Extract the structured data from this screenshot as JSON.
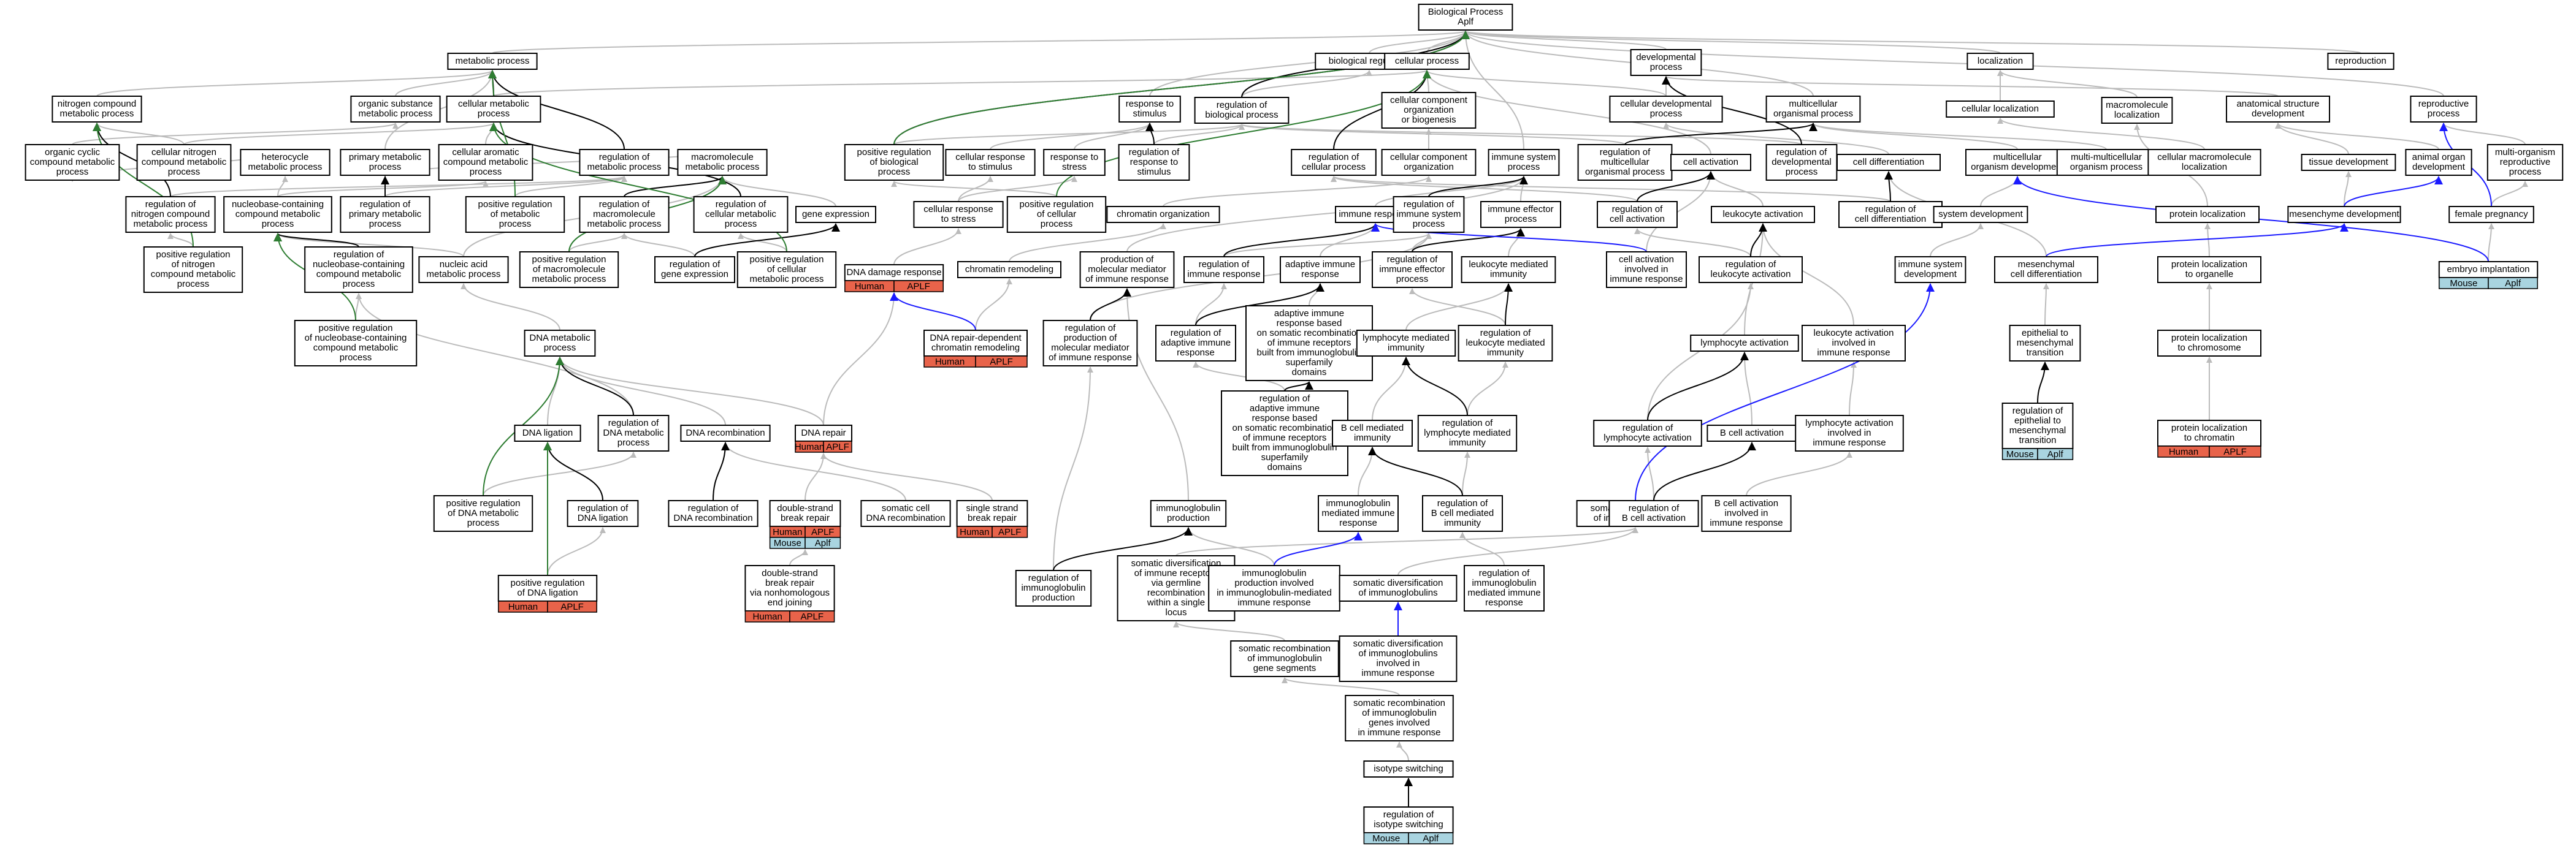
{
  "graph_kind": "gene ontology term hierarchy",
  "colors": {
    "plain_edge": "#bbbbbb",
    "strong_edge": "#000000",
    "green_edge": "#2e7d32",
    "blue_edge": "#1a1aff",
    "human_tag": "#e8634a",
    "mouse_tag": "#a9d4e0"
  },
  "tags": {
    "human": "Human",
    "mouse": "Mouse",
    "gene_human": "APLF",
    "gene_mouse": "Aplf"
  },
  "nodes": [
    {
      "id": "bp",
      "lines": [
        "Biological Process",
        "Aplf"
      ]
    },
    {
      "id": "metabolic",
      "lines": [
        "metabolic process"
      ]
    },
    {
      "id": "bioreg",
      "lines": [
        "biological regulation"
      ]
    },
    {
      "id": "cellproc",
      "lines": [
        "cellular process"
      ]
    },
    {
      "id": "devproc",
      "lines": [
        "developmental",
        "process"
      ]
    },
    {
      "id": "localization",
      "lines": [
        "localization"
      ]
    },
    {
      "id": "reproduction",
      "lines": [
        "reproduction"
      ]
    },
    {
      "id": "nitrogen",
      "lines": [
        "nitrogen compound",
        "metabolic process"
      ]
    },
    {
      "id": "orgsub",
      "lines": [
        "organic substance",
        "metabolic process"
      ]
    },
    {
      "id": "cellmeta",
      "lines": [
        "cellular metabolic",
        "process"
      ]
    },
    {
      "id": "respstim",
      "lines": [
        "response to",
        "stimulus"
      ]
    },
    {
      "id": "regbp",
      "lines": [
        "regulation of",
        "biological process"
      ]
    },
    {
      "id": "cccob",
      "lines": [
        "cellular component",
        "organization",
        "or biogenesis"
      ]
    },
    {
      "id": "celldevproc",
      "lines": [
        "cellular developmental",
        "process"
      ]
    },
    {
      "id": "mcorg",
      "lines": [
        "multicellular",
        "organismal process"
      ]
    },
    {
      "id": "cellloc",
      "lines": [
        "cellular localization"
      ]
    },
    {
      "id": "macroloc",
      "lines": [
        "macromolecule",
        "localization"
      ]
    },
    {
      "id": "anatdev",
      "lines": [
        "anatomical structure",
        "development"
      ]
    },
    {
      "id": "reprocproc",
      "lines": [
        "reproductive",
        "process"
      ]
    },
    {
      "id": "orgcyclic",
      "lines": [
        "organic cyclic",
        "compound metabolic",
        "process"
      ]
    },
    {
      "id": "cellnitro",
      "lines": [
        "cellular nitrogen",
        "compound metabolic",
        "process"
      ]
    },
    {
      "id": "heterocycle",
      "lines": [
        "heterocycle",
        "metabolic process"
      ]
    },
    {
      "id": "primmeta",
      "lines": [
        "primary metabolic",
        "process"
      ]
    },
    {
      "id": "cellarom",
      "lines": [
        "cellular aromatic",
        "compound metabolic",
        "process"
      ]
    },
    {
      "id": "regmeta",
      "lines": [
        "regulation of",
        "metabolic process"
      ]
    },
    {
      "id": "macrometa",
      "lines": [
        "macromolecule",
        "metabolic process"
      ]
    },
    {
      "id": "posregbp",
      "lines": [
        "positive regulation",
        "of biological",
        "process"
      ]
    },
    {
      "id": "cellresp",
      "lines": [
        "cellular response",
        "to stimulus"
      ]
    },
    {
      "id": "respstress",
      "lines": [
        "response to",
        "stress"
      ]
    },
    {
      "id": "regrespstim",
      "lines": [
        "regulation of",
        "response to",
        "stimulus"
      ]
    },
    {
      "id": "regcellproc",
      "lines": [
        "regulation of",
        "cellular process"
      ]
    },
    {
      "id": "cellcomporg",
      "lines": [
        "cellular component",
        "organization"
      ]
    },
    {
      "id": "immsys",
      "lines": [
        "immune system",
        "process"
      ]
    },
    {
      "id": "regmcorg",
      "lines": [
        "regulation of",
        "multicellular",
        "organismal process"
      ]
    },
    {
      "id": "cellact",
      "lines": [
        "cell activation"
      ]
    },
    {
      "id": "regdev",
      "lines": [
        "regulation of",
        "developmental",
        "process"
      ]
    },
    {
      "id": "celldiff",
      "lines": [
        "cell differentiation"
      ]
    },
    {
      "id": "mcorgdev",
      "lines": [
        "multicellular",
        "organism development"
      ]
    },
    {
      "id": "multimc",
      "lines": [
        "multi-multicellular",
        "organism process"
      ]
    },
    {
      "id": "cellmacroloc",
      "lines": [
        "cellular macromolecule",
        "localization"
      ]
    },
    {
      "id": "tissuedev",
      "lines": [
        "tissue development"
      ]
    },
    {
      "id": "animalorgan",
      "lines": [
        "animal organ",
        "development"
      ]
    },
    {
      "id": "multiorgrepro",
      "lines": [
        "multi-organism",
        "reproductive",
        "process"
      ]
    },
    {
      "id": "regnitro",
      "lines": [
        "regulation of",
        "nitrogen compound",
        "metabolic process"
      ]
    },
    {
      "id": "nucleo",
      "lines": [
        "nucleobase-containing",
        "compound metabolic",
        "process"
      ]
    },
    {
      "id": "regprim",
      "lines": [
        "regulation of",
        "primary metabolic",
        "process"
      ]
    },
    {
      "id": "posregmeta",
      "lines": [
        "positive regulation",
        "of metabolic",
        "process"
      ]
    },
    {
      "id": "regmacro",
      "lines": [
        "regulation of",
        "macromolecule",
        "metabolic process"
      ]
    },
    {
      "id": "regcellmeta",
      "lines": [
        "regulation of",
        "cellular metabolic",
        "process"
      ]
    },
    {
      "id": "geneexpr",
      "lines": [
        "gene expression"
      ]
    },
    {
      "id": "cellrespstress",
      "lines": [
        "cellular response",
        "to stress"
      ]
    },
    {
      "id": "posregcellproc",
      "lines": [
        "positive regulation",
        "of cellular",
        "process"
      ]
    },
    {
      "id": "chromorg",
      "lines": [
        "chromatin organization"
      ]
    },
    {
      "id": "immresp",
      "lines": [
        "immune response"
      ]
    },
    {
      "id": "regimmsys",
      "lines": [
        "regulation of",
        "immune system",
        "process"
      ]
    },
    {
      "id": "immeff",
      "lines": [
        "immune effector",
        "process"
      ]
    },
    {
      "id": "regcellact",
      "lines": [
        "regulation of",
        "cell activation"
      ]
    },
    {
      "id": "leukact",
      "lines": [
        "leukocyte activation"
      ]
    },
    {
      "id": "regcelldiff",
      "lines": [
        "regulation of",
        "cell differentiation"
      ]
    },
    {
      "id": "sysdev",
      "lines": [
        "system development"
      ]
    },
    {
      "id": "protloc",
      "lines": [
        "protein localization"
      ]
    },
    {
      "id": "mesdev",
      "lines": [
        "mesenchyme development"
      ]
    },
    {
      "id": "femalepreg",
      "lines": [
        "female pregnancy"
      ]
    },
    {
      "id": "posregnitro",
      "lines": [
        "positive regulation",
        "of nitrogen",
        "compound metabolic",
        "process"
      ]
    },
    {
      "id": "regnucleo",
      "lines": [
        "regulation of",
        "nucleobase-containing",
        "compound metabolic",
        "process"
      ]
    },
    {
      "id": "nucleicacid",
      "lines": [
        "nucleic acid",
        "metabolic process"
      ]
    },
    {
      "id": "posregmacro",
      "lines": [
        "positive regulation",
        "of macromolecule",
        "metabolic process"
      ]
    },
    {
      "id": "reggeneexpr",
      "lines": [
        "regulation of",
        "gene expression"
      ]
    },
    {
      "id": "posregcellmeta",
      "lines": [
        "positive regulation",
        "of cellular",
        "metabolic process"
      ]
    },
    {
      "id": "dnadamage",
      "lines": [
        "DNA damage response"
      ],
      "tag": "human"
    },
    {
      "id": "chromremod",
      "lines": [
        "chromatin remodeling"
      ]
    },
    {
      "id": "prodmolmed",
      "lines": [
        "production of",
        "molecular mediator",
        "of immune response"
      ]
    },
    {
      "id": "regimmresp",
      "lines": [
        "regulation of",
        "immune response"
      ]
    },
    {
      "id": "adaptimm",
      "lines": [
        "adaptive immune",
        "response"
      ]
    },
    {
      "id": "regimmeff",
      "lines": [
        "regulation of",
        "immune effector",
        "process"
      ]
    },
    {
      "id": "leukmed",
      "lines": [
        "leukocyte mediated",
        "immunity"
      ]
    },
    {
      "id": "cellactimm",
      "lines": [
        "cell activation",
        "involved in",
        "immune response"
      ]
    },
    {
      "id": "regleukact",
      "lines": [
        "regulation of",
        "leukocyte activation"
      ]
    },
    {
      "id": "immsysdev",
      "lines": [
        "immune system",
        "development"
      ]
    },
    {
      "id": "mesdiff",
      "lines": [
        "mesenchymal",
        "cell differentiation"
      ]
    },
    {
      "id": "protlocorg",
      "lines": [
        "protein localization",
        "to organelle"
      ]
    },
    {
      "id": "embryoimp",
      "lines": [
        "embryo implantation"
      ],
      "tag": "mouse"
    },
    {
      "id": "posregnucleo",
      "lines": [
        "positive regulation",
        "of nucleobase-containing",
        "compound metabolic",
        "process"
      ]
    },
    {
      "id": "dnameta",
      "lines": [
        "DNA metabolic",
        "process"
      ]
    },
    {
      "id": "dnarepairchrom",
      "lines": [
        "DNA repair-dependent",
        "chromatin remodeling"
      ],
      "tag": "human"
    },
    {
      "id": "regprodmol",
      "lines": [
        "regulation of",
        "production of",
        "molecular mediator",
        "of immune response"
      ]
    },
    {
      "id": "regadapt",
      "lines": [
        "regulation of",
        "adaptive immune",
        "response"
      ]
    },
    {
      "id": "adaptsomatic",
      "lines": [
        "adaptive immune",
        "response based",
        "on somatic recombination",
        "of immune receptors",
        "built from immunoglobulin",
        "superfamily",
        "domains"
      ]
    },
    {
      "id": "lymphmed",
      "lines": [
        "lymphocyte mediated",
        "immunity"
      ]
    },
    {
      "id": "regleukmed",
      "lines": [
        "regulation of",
        "leukocyte mediated",
        "immunity"
      ]
    },
    {
      "id": "leukactimm",
      "lines": [
        "leukocyte activation",
        "involved in",
        "immune response"
      ]
    },
    {
      "id": "lymphact",
      "lines": [
        "lymphocyte activation"
      ]
    },
    {
      "id": "epimes",
      "lines": [
        "epithelial to",
        "mesenchymal",
        "transition"
      ]
    },
    {
      "id": "protlocchrom",
      "lines": [
        "protein localization",
        "to chromosome"
      ]
    },
    {
      "id": "dnaligation",
      "lines": [
        "DNA ligation"
      ]
    },
    {
      "id": "regdnameta",
      "lines": [
        "regulation of",
        "DNA metabolic",
        "process"
      ]
    },
    {
      "id": "dnarecomb",
      "lines": [
        "DNA recombination"
      ]
    },
    {
      "id": "dnarepair",
      "lines": [
        "DNA repair"
      ],
      "tag": "human"
    },
    {
      "id": "regadaptsomatic",
      "lines": [
        "regulation of",
        "adaptive immune",
        "response based",
        "on somatic recombination",
        "of immune receptors",
        "built from immunoglobulin",
        "superfamily",
        "domains"
      ]
    },
    {
      "id": "bcellmed",
      "lines": [
        "B cell mediated",
        "immunity"
      ]
    },
    {
      "id": "reglymphmed",
      "lines": [
        "regulation of",
        "lymphocyte mediated",
        "immunity"
      ]
    },
    {
      "id": "reglymphact",
      "lines": [
        "regulation of",
        "lymphocyte activation"
      ]
    },
    {
      "id": "bcellact",
      "lines": [
        "B cell activation"
      ]
    },
    {
      "id": "lymphactimm",
      "lines": [
        "lymphocyte activation",
        "involved in",
        "immune response"
      ]
    },
    {
      "id": "regepimes",
      "lines": [
        "regulation of",
        "epithelial to",
        "mesenchymal",
        "transition"
      ],
      "tag": "mouse"
    },
    {
      "id": "protlocchromatin",
      "lines": [
        "protein localization",
        "to chromatin"
      ],
      "tag": "human"
    },
    {
      "id": "posregdnameta",
      "lines": [
        "positive regulation",
        "of DNA metabolic",
        "process"
      ]
    },
    {
      "id": "regdnalig",
      "lines": [
        "regulation of",
        "DNA ligation"
      ]
    },
    {
      "id": "regdnarecomb",
      "lines": [
        "regulation of",
        "DNA recombination"
      ]
    },
    {
      "id": "dsbrepair",
      "lines": [
        "double-strand",
        "break repair"
      ],
      "tag": "both"
    },
    {
      "id": "somaticrecomb",
      "lines": [
        "somatic cell",
        "DNA recombination"
      ]
    },
    {
      "id": "ssbrepair",
      "lines": [
        "single strand",
        "break repair"
      ],
      "tag": "human"
    },
    {
      "id": "igprod",
      "lines": [
        "immunoglobulin",
        "production"
      ]
    },
    {
      "id": "igmed",
      "lines": [
        "immunoglobulin",
        "mediated immune",
        "response"
      ]
    },
    {
      "id": "regbcellmed",
      "lines": [
        "regulation of",
        "B cell mediated",
        "immunity"
      ]
    },
    {
      "id": "somdivrec",
      "lines": [
        "somatic diversification",
        "of immune receptors"
      ]
    },
    {
      "id": "regbcellact",
      "lines": [
        "regulation of",
        "B cell activation"
      ]
    },
    {
      "id": "bcellactimm",
      "lines": [
        "B cell activation",
        "involved in",
        "immune response"
      ]
    },
    {
      "id": "posregdnalig",
      "lines": [
        "positive regulation",
        "of DNA ligation"
      ],
      "tag": "human"
    },
    {
      "id": "dsbnhej",
      "lines": [
        "double-strand",
        "break repair",
        "via nonhomologous",
        "end joining"
      ],
      "tag": "human"
    },
    {
      "id": "regigprod",
      "lines": [
        "regulation of",
        "immunoglobulin",
        "production"
      ]
    },
    {
      "id": "somdivgerm",
      "lines": [
        "somatic diversification",
        "of immune receptors",
        "via germline",
        "recombination",
        "within a single",
        "locus"
      ]
    },
    {
      "id": "igprodinvolved",
      "lines": [
        "immunoglobulin",
        "production involved",
        "in immunoglobulin-mediated",
        "immune response"
      ]
    },
    {
      "id": "somdivig",
      "lines": [
        "somatic diversification",
        "of immunoglobulins"
      ]
    },
    {
      "id": "regigmed",
      "lines": [
        "regulation of",
        "immunoglobulin",
        "mediated immune",
        "response"
      ]
    },
    {
      "id": "somrecigseg",
      "lines": [
        "somatic recombination",
        "of immunoglobulin",
        "gene segments"
      ]
    },
    {
      "id": "somdivigimm",
      "lines": [
        "somatic diversification",
        "of immunoglobulins",
        "involved in",
        "immune response"
      ]
    },
    {
      "id": "somrecigimm",
      "lines": [
        "somatic recombination",
        "of immunoglobulin",
        "genes involved",
        "in immune response"
      ]
    },
    {
      "id": "isotype",
      "lines": [
        "isotype switching"
      ]
    },
    {
      "id": "regisotype",
      "lines": [
        "regulation of",
        "isotype switching"
      ],
      "tag": "mouse"
    }
  ]
}
